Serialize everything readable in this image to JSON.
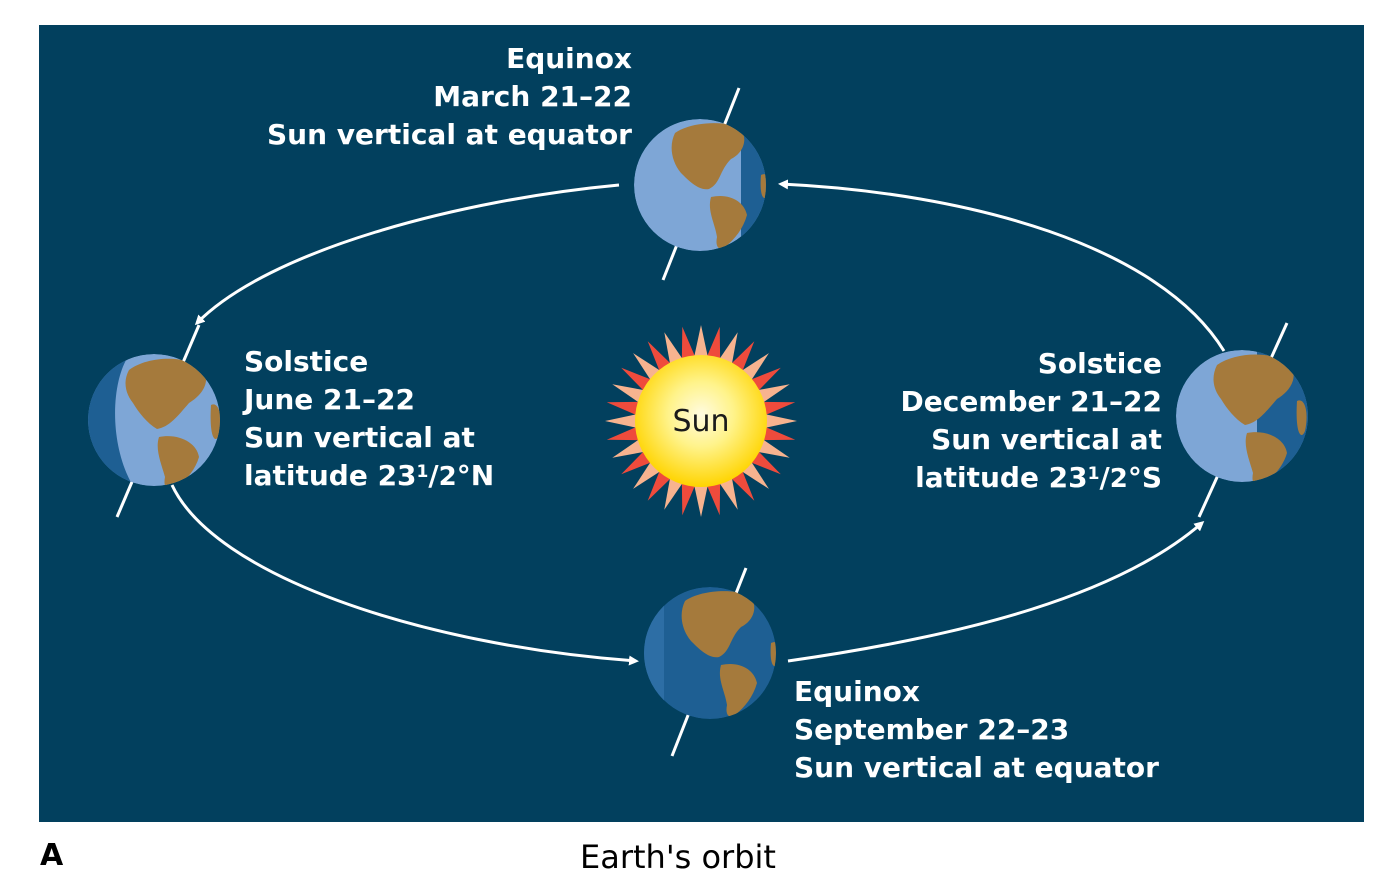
{
  "panel_letter": "A",
  "caption": "Earth's orbit",
  "sun_label": "Sun",
  "labels": {
    "march": {
      "title": "Equinox",
      "date": "March 21–22",
      "line1": "Sun vertical at equator"
    },
    "june": {
      "title": "Solstice",
      "date": "June 21–22",
      "line1": "Sun vertical at",
      "lat_prefix": "latitude 23",
      "lat_num": "1",
      "lat_slash": "/",
      "lat_den": "2",
      "lat_suffix": "°N"
    },
    "december": {
      "title": "Solstice",
      "date": "December 21–22",
      "line1": "Sun vertical at",
      "lat_prefix": "latitude 23",
      "lat_num": "1",
      "lat_slash": "/",
      "lat_den": "2",
      "lat_suffix": "°S"
    },
    "september": {
      "title": "Equinox",
      "date": "September 22–23",
      "line1": "Sun vertical at equator"
    }
  },
  "colors": {
    "background": "#02405e",
    "ocean_day": "#7ea6d6",
    "ocean_night": "#1e5f93",
    "land": "#a57a3c",
    "sun_core": "#ffe600",
    "sun_rays_outer": "#ef4b3c",
    "sun_rays_inner": "#f7b38f",
    "orbit": "#ffffff"
  }
}
